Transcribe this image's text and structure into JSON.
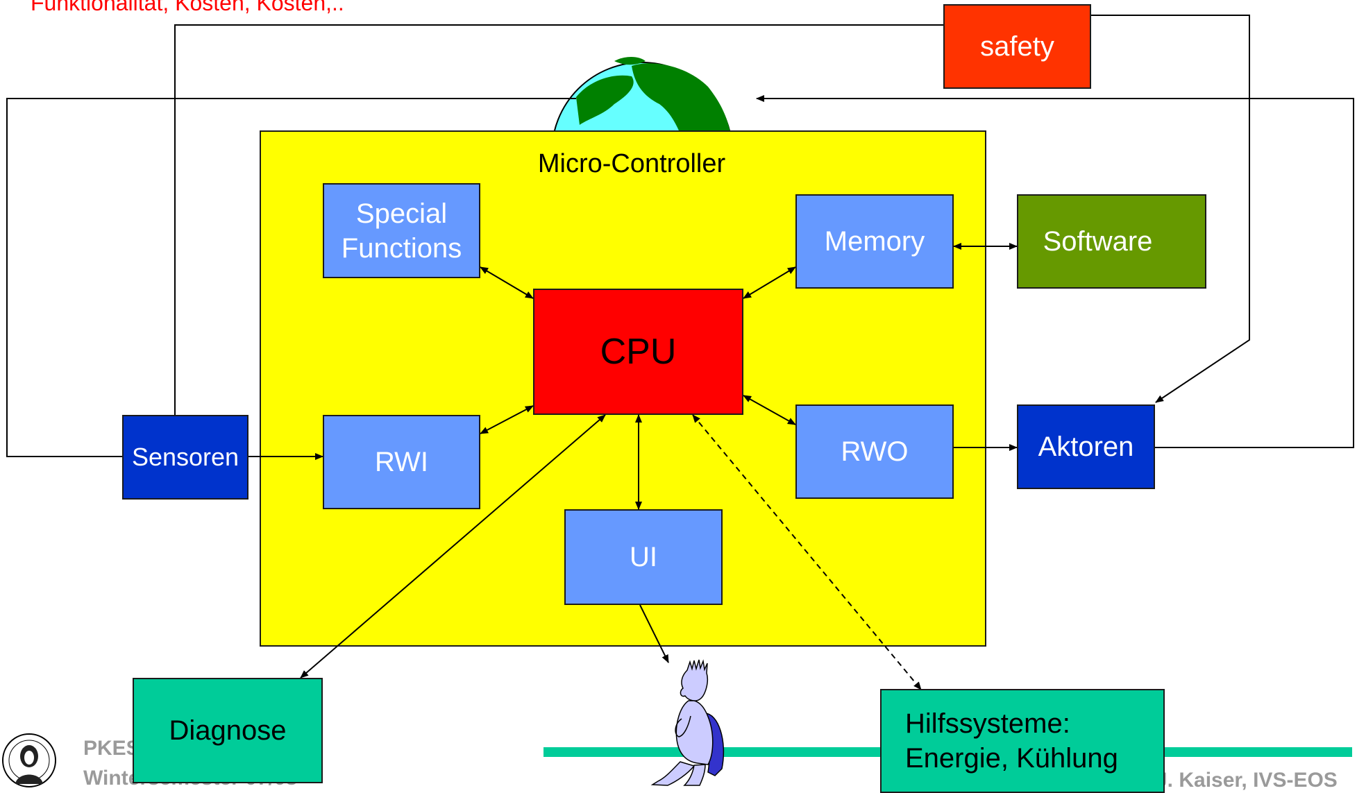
{
  "header_text": "Funktionalität, Kosten, Kosten,..",
  "blocks": {
    "micro_controller": "Micro-Controller",
    "cpu": "CPU",
    "special_functions": "Special\nFunctions",
    "memory": "Memory",
    "software": "Software",
    "rwi": "RWI",
    "rwo": "RWO",
    "ui": "UI",
    "sensoren": "Sensoren",
    "aktoren": "Aktoren",
    "safety": "safety",
    "diagnose": "Diagnose",
    "hilfssysteme": "Hilfssysteme:\nEnergie, Kühlung"
  },
  "footer": {
    "line1": "PKES",
    "line2": "Wintersemester 07/08",
    "right": "J. Kaiser, IVS-EOS"
  },
  "colors": {
    "header_red": "#ff0000",
    "microcontroller_yellow": "#ffff00",
    "cpu_red": "#ff0000",
    "module_blue": "#6699ff",
    "sensor_dark_blue": "#0033cc",
    "software_green": "#669900",
    "safety_orange": "#ff3300",
    "teal": "#00cc99",
    "footer_bar": "#00cc99"
  },
  "icons": [
    "globe-icon",
    "thinking-person-icon",
    "university-seal-icon"
  ]
}
